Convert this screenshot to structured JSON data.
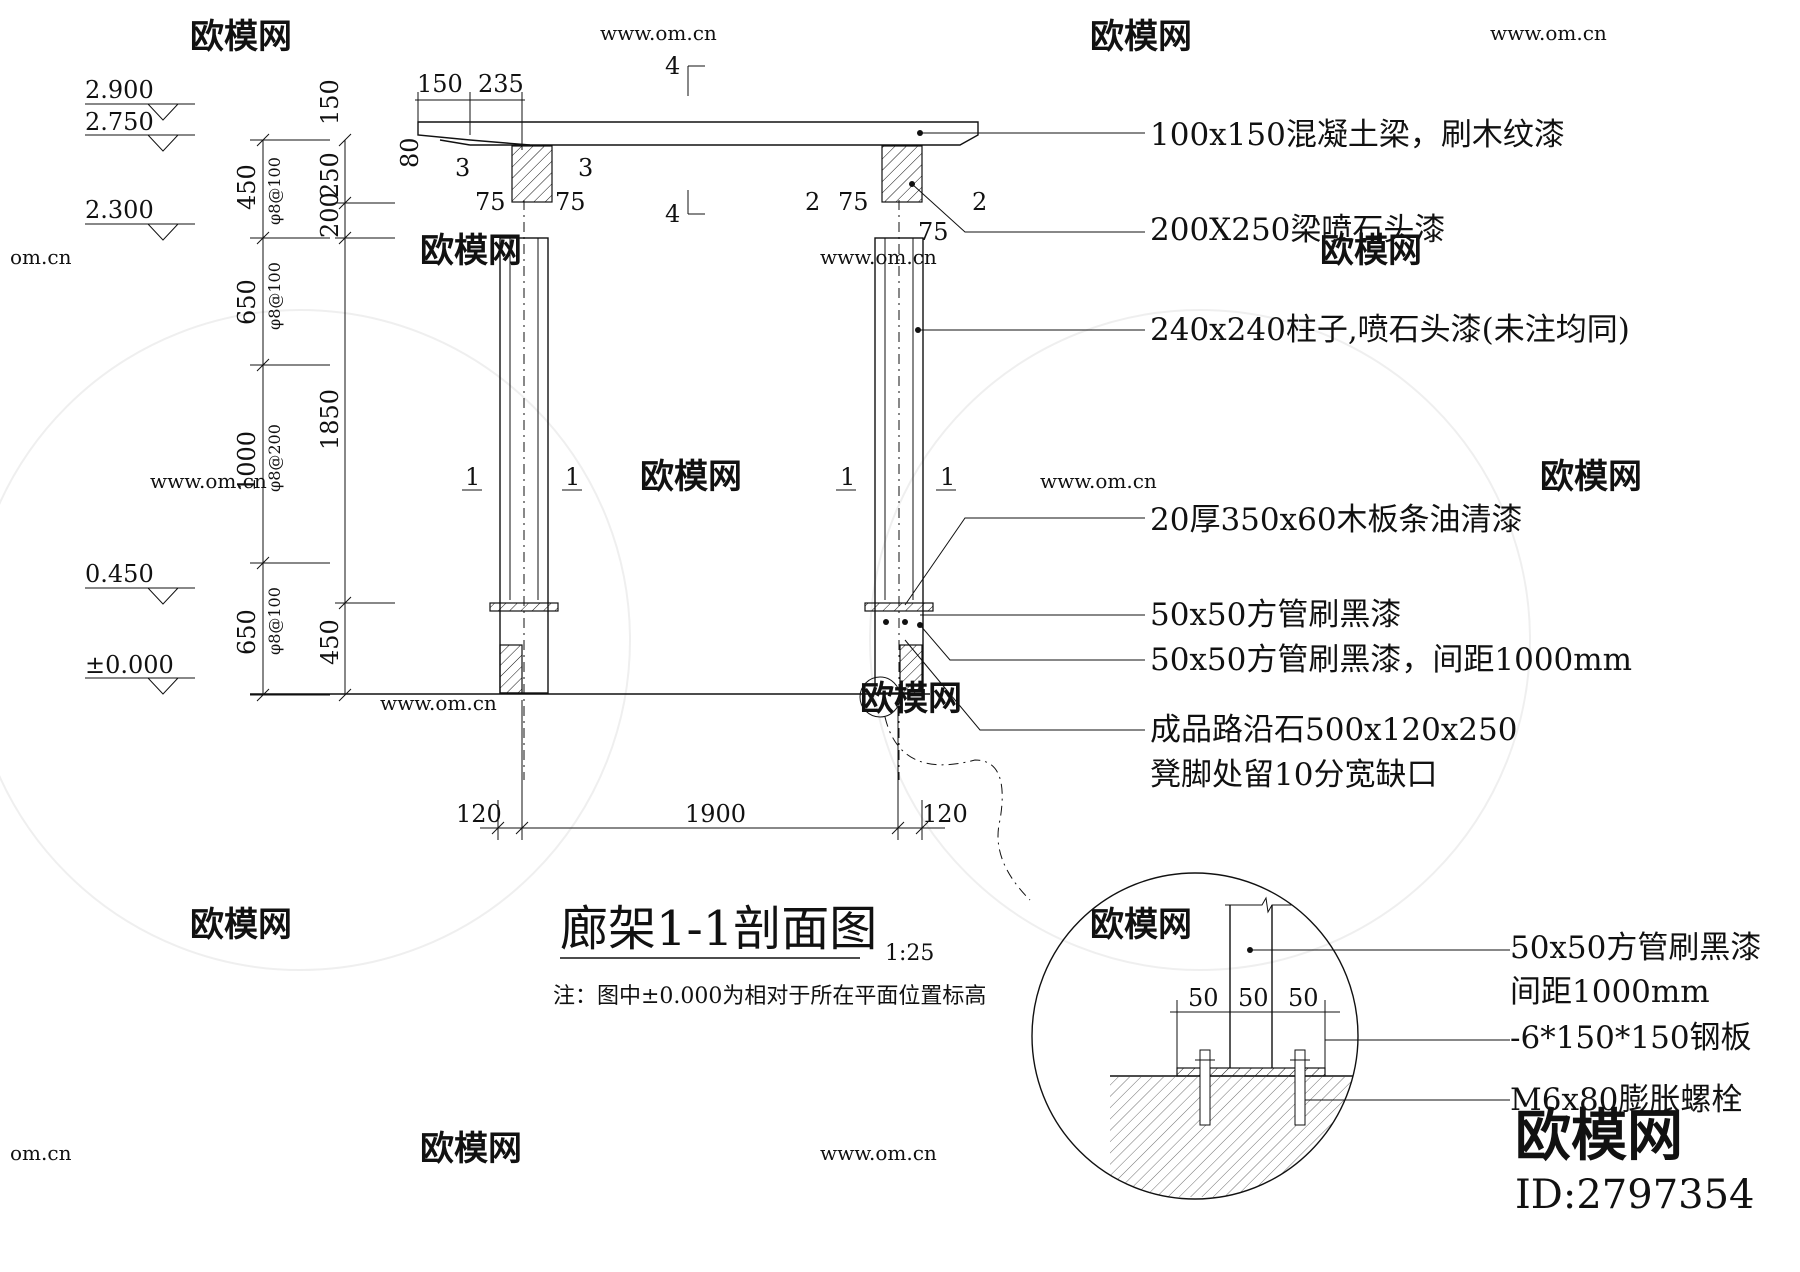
{
  "watermark": {
    "brand": "欧模网",
    "site": "www.om.cn",
    "site_short": "om.cn"
  },
  "title": "廊架1-1剖面图",
  "scale": "1:25",
  "note": "注：图中±0.000为相对于所在平面位置标高",
  "elevations": [
    "2.900",
    "2.750",
    "2.300",
    "0.450",
    "±0.000"
  ],
  "left_dims": [
    "450",
    "650",
    "1000",
    "650",
    "200",
    "250",
    "1850",
    "450",
    "150",
    "80"
  ],
  "rebar": [
    "φ8@100",
    "φ8@100",
    "φ8@200",
    "φ8@100"
  ],
  "top_dims": [
    "150",
    "235"
  ],
  "section_marks": [
    "4",
    "4",
    "3",
    "3",
    "2",
    "2",
    "1",
    "1",
    "1",
    "1"
  ],
  "small_dims": [
    "75",
    "75",
    "75",
    "75"
  ],
  "bottom_dims": [
    "120",
    "1900",
    "120"
  ],
  "labels": [
    "100x150混凝土梁，刷木纹漆",
    "200X250梁喷石头漆",
    "240x240柱子,喷石头漆(未注均同)",
    "20厚350x60木板条油清漆",
    "50x50方管刷黑漆",
    "50x50方管刷黑漆，间距1000mm",
    "成品路沿石500x120x250",
    "凳脚处留10分宽缺口"
  ],
  "detail": {
    "labels": [
      "50x50方管刷黑漆",
      "间距1000mm",
      "-6*150*150钢板",
      "M6x80膨胀螺栓"
    ],
    "dims": [
      "50",
      "50",
      "50"
    ]
  },
  "brand_mark": {
    "name": "欧模网",
    "id": "ID:2797354"
  }
}
